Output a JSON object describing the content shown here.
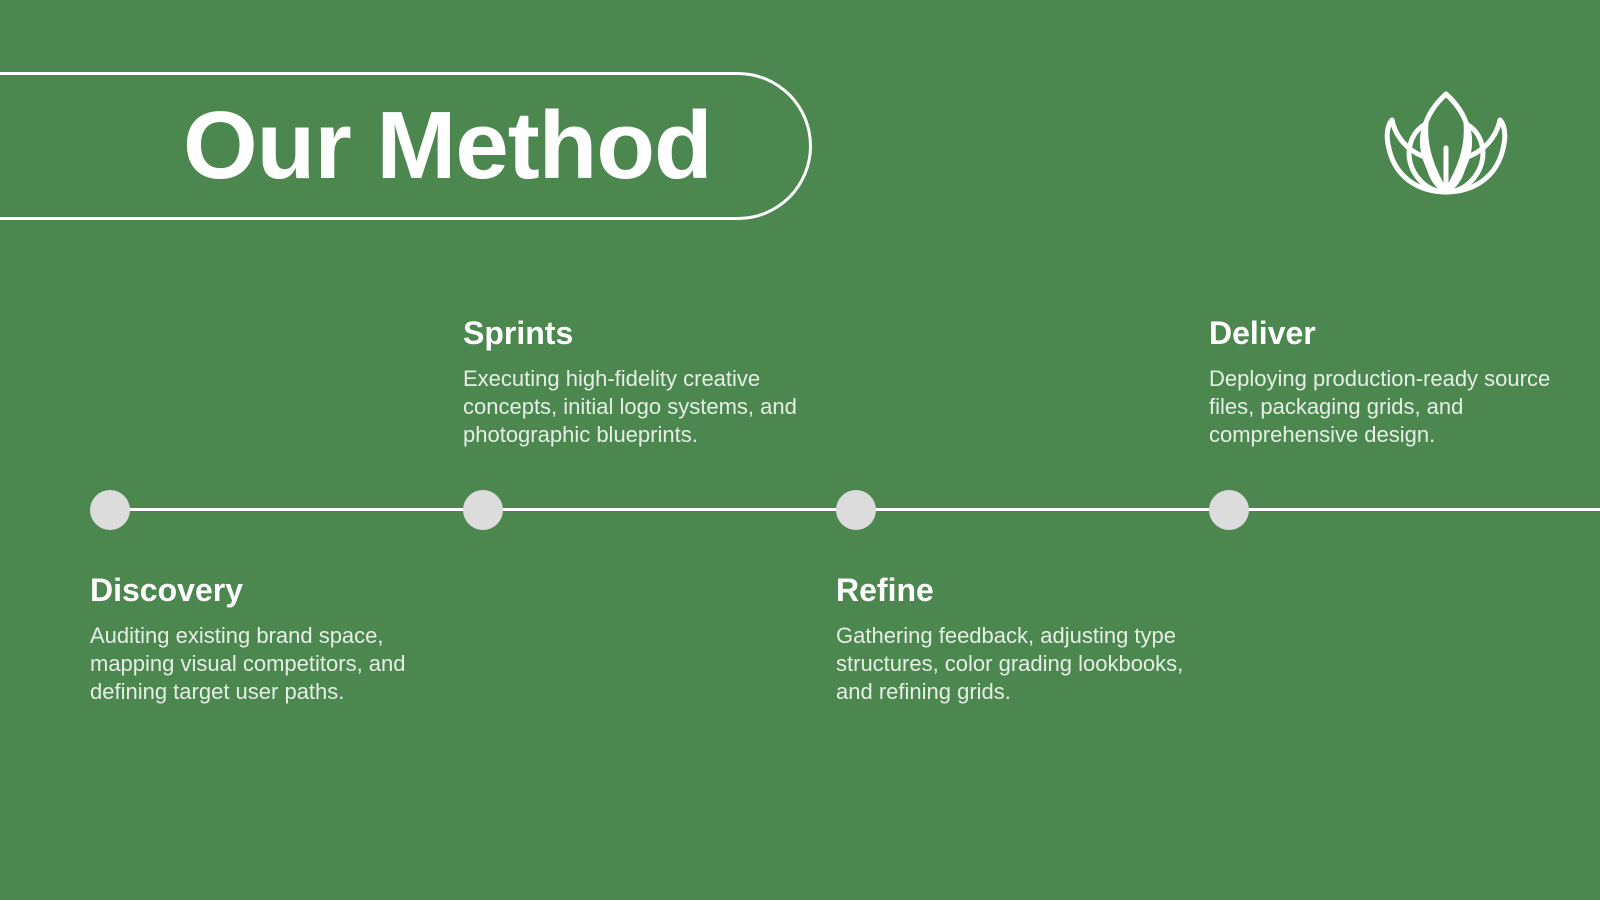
{
  "title": "Our Method",
  "colors": {
    "background": "#4b874f",
    "foreground": "#ffffff",
    "dot": "#dcdcdc"
  },
  "logo": {
    "icon": "lotus-icon"
  },
  "steps": [
    {
      "name": "Discovery",
      "description": "Auditing existing brand space, mapping visual competitors, and defining target user paths."
    },
    {
      "name": "Sprints",
      "description": "Executing high-fidelity creative concepts, initial logo systems, and photographic blueprints."
    },
    {
      "name": "Refine",
      "description": "Gathering feedback, adjusting type structures, color grading lookbooks, and refining grids."
    },
    {
      "name": "Deliver",
      "description": "Deploying production-ready source files, packaging grids, and comprehensive design."
    }
  ]
}
